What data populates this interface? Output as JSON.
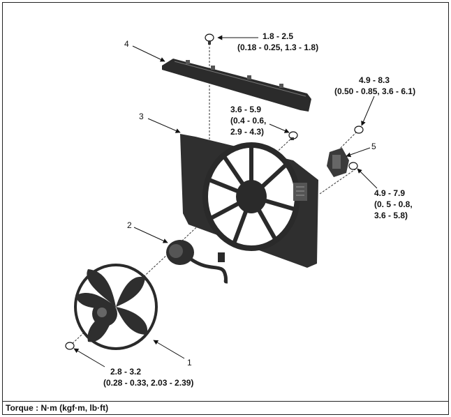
{
  "callouts": {
    "part1": "1",
    "part2": "2",
    "part3": "3",
    "part4": "4",
    "part5": "5"
  },
  "torques": {
    "t_top": {
      "line1": "1.8 - 2.5",
      "line2": "(0.18 - 0.25, 1.3 - 1.8)"
    },
    "t_right_top": {
      "line1": "4.9 - 8.3",
      "line2": "(0.50 - 0.85, 3.6 - 6.1)"
    },
    "t_mid": {
      "line1": "3.6 - 5.9",
      "line2": "(0.4 - 0.6,",
      "line3": "2.9 - 4.3)"
    },
    "t_right_bottom": {
      "line1": "4.9 - 7.9",
      "line2": "(0. 5 - 0.8,",
      "line3": "3.6 - 5.8)"
    },
    "t_bottom": {
      "line1": "2.8 - 3.2",
      "line2": "(0.28 - 0.33, 2.03 - 2.39)"
    }
  },
  "footer": {
    "note": "Torque : N·m (kgf·m, lb·ft)"
  },
  "colors": {
    "ink": "#111111",
    "part_fill": "#2b2b2b",
    "part_mid": "#555555",
    "line": "#222222"
  }
}
